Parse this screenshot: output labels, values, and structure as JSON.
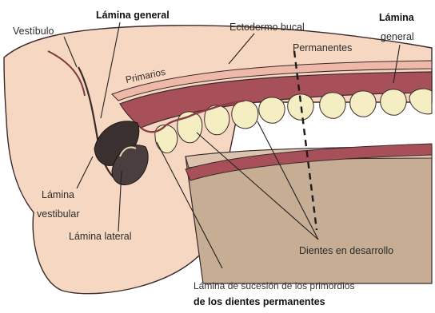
{
  "labels": {
    "vestibulo": "Vestíbulo",
    "lamina_general_top": "Lámina general",
    "ectodermo_bucal": "Ectodermo bucal",
    "lamina_general_right_1": "Lámina",
    "lamina_general_right_2": "general",
    "permanentes": "Permanentes",
    "primarios": "Primarios",
    "lamina_vestibular_1": "Lámina",
    "lamina_vestibular_2": "vestibular",
    "lamina_lateral": "Lámina lateral",
    "dientes_en_desarrollo": "Dientes en desarrollo",
    "lamina_sucesion_1": "Lámina de sucesión de los primordios",
    "lamina_sucesion_2": "de los dientes permanentes"
  },
  "colors": {
    "skin": "#f6d7c2",
    "jaw": "#c7ad94",
    "lamina": "#a8505a",
    "tooth": "#f4eec2",
    "outline": "#3a2a2a"
  }
}
